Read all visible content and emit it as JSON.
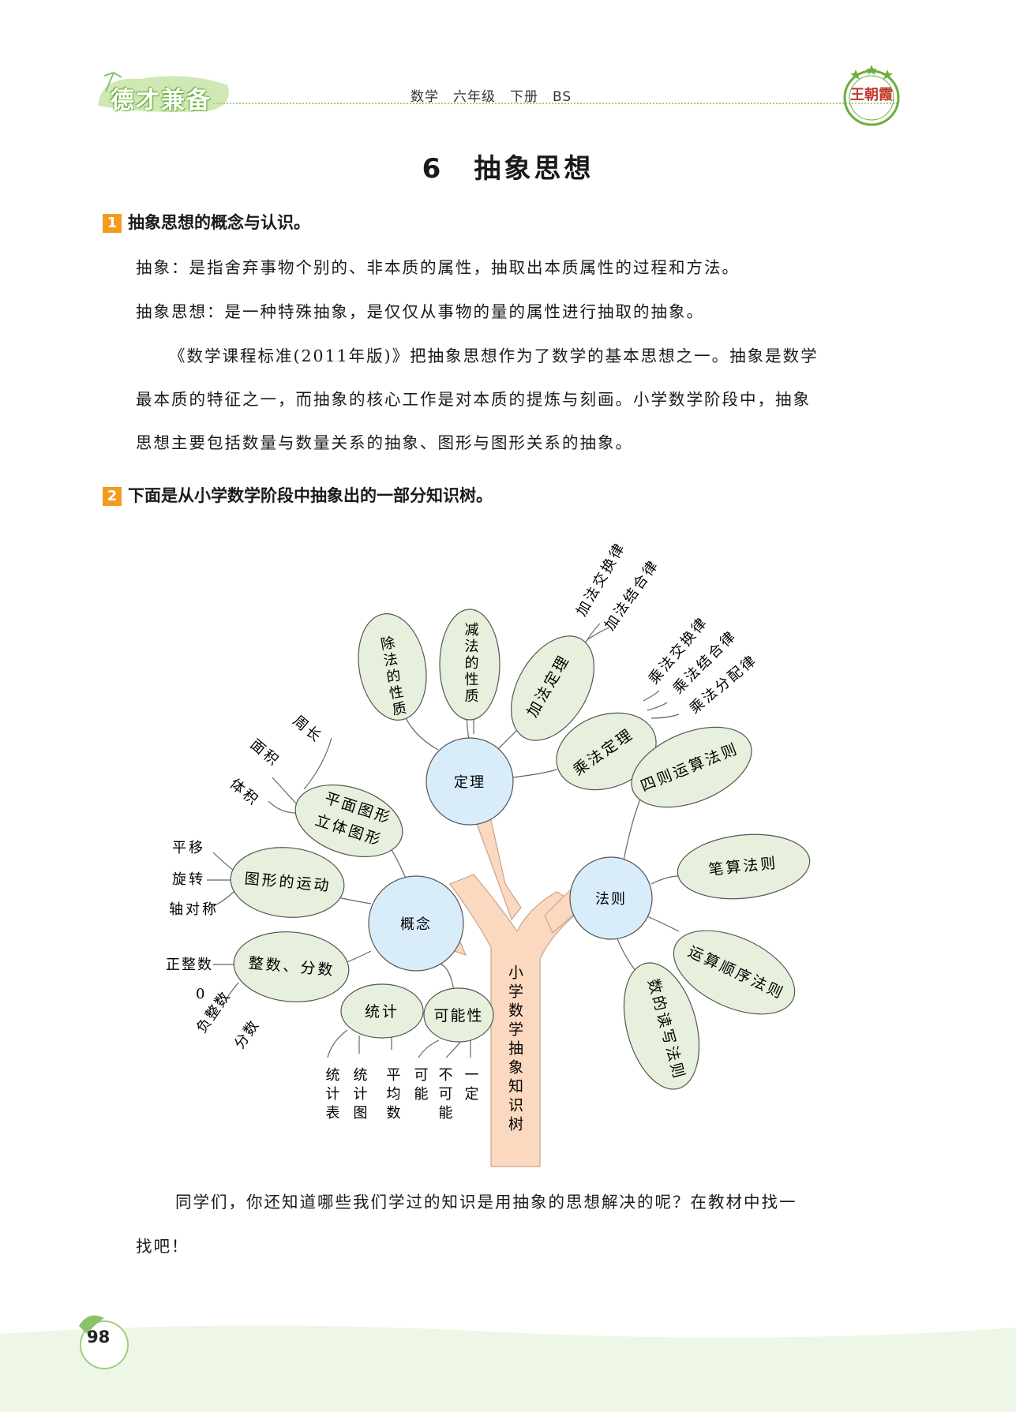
{
  "header": {
    "brand": "德才兼备",
    "info": "数学　六年级　下册　BS",
    "seal_text": "王朝霞"
  },
  "title": "6　抽象思想",
  "section1": {
    "number": "1",
    "heading": "抽象思想的概念与认识。",
    "lines": [
      "抽象：是指舍弃事物个别的、非本质的属性，抽取出本质属性的过程和方法。",
      "抽象思想：是一种特殊抽象，是仅仅从事物的量的属性进行抽取的抽象。",
      "《数学课程标准(2011年版)》把抽象思想作为了数学的基本思想之一。抽象是数学",
      "最本质的特征之一，而抽象的核心工作是对本质的提炼与刻画。小学数学阶段中，抽象",
      "思想主要包括数量与数量关系的抽象、图形与图形关系的抽象。"
    ]
  },
  "section2": {
    "number": "2",
    "heading": "下面是从小学数学阶段中抽象出的一部分知识树。"
  },
  "tree": {
    "trunk": "小学数学抽象知识树",
    "hubs": {
      "dingli": "定理",
      "gainian": "概念",
      "faze": "法则"
    },
    "leaves": {
      "chufa": "除法的性质",
      "jianfa": "减法的性质",
      "jiafa": "加法定理",
      "chengfa": "乘法定理",
      "sizefa": "四则运算法则",
      "bisuan": "笔算法则",
      "yunsuan": "运算顺序法则",
      "dushu": "数的读写法则",
      "pingmian_1": "平面图形",
      "pingmian_2": "立体图形",
      "yundong": "图形的运动",
      "zhengshu": "整数、分数",
      "tongji": "统计",
      "kenengxing": "可能性"
    },
    "twigs": {
      "jiafa_jiaohuan": "加法交换律",
      "jiafa_jiehe": "加法结合律",
      "chengfa_jiaohuan": "乘法交换律",
      "chengfa_jiehe": "乘法结合律",
      "chengfa_fenpei": "乘法分配律",
      "zhouchang": "周长",
      "mianji": "面积",
      "tiji": "体积",
      "pingyi": "平移",
      "xuanzhuan": "旋转",
      "zhouduichen": "轴对称",
      "zhengzhengshu": "正整数",
      "ling": "0",
      "fuzhengshu": "负整数",
      "fenshu": "分数",
      "tongjibiao": "统计表",
      "tongjitu": "统计图",
      "pingjunshu": "平均数",
      "keneng": "可能",
      "bukeneng": "不可能",
      "yiding": "一定"
    }
  },
  "closing": [
    "同学们，你还知道哪些我们学过的知识是用抽象的思想解决的呢？在教材中找一",
    "找吧！"
  ],
  "page_number": "98",
  "colors": {
    "leaf": "#e6f0dc",
    "hub": "#d8ecfa",
    "trunk": "#fbd9c0",
    "badge": "#f39a21"
  }
}
